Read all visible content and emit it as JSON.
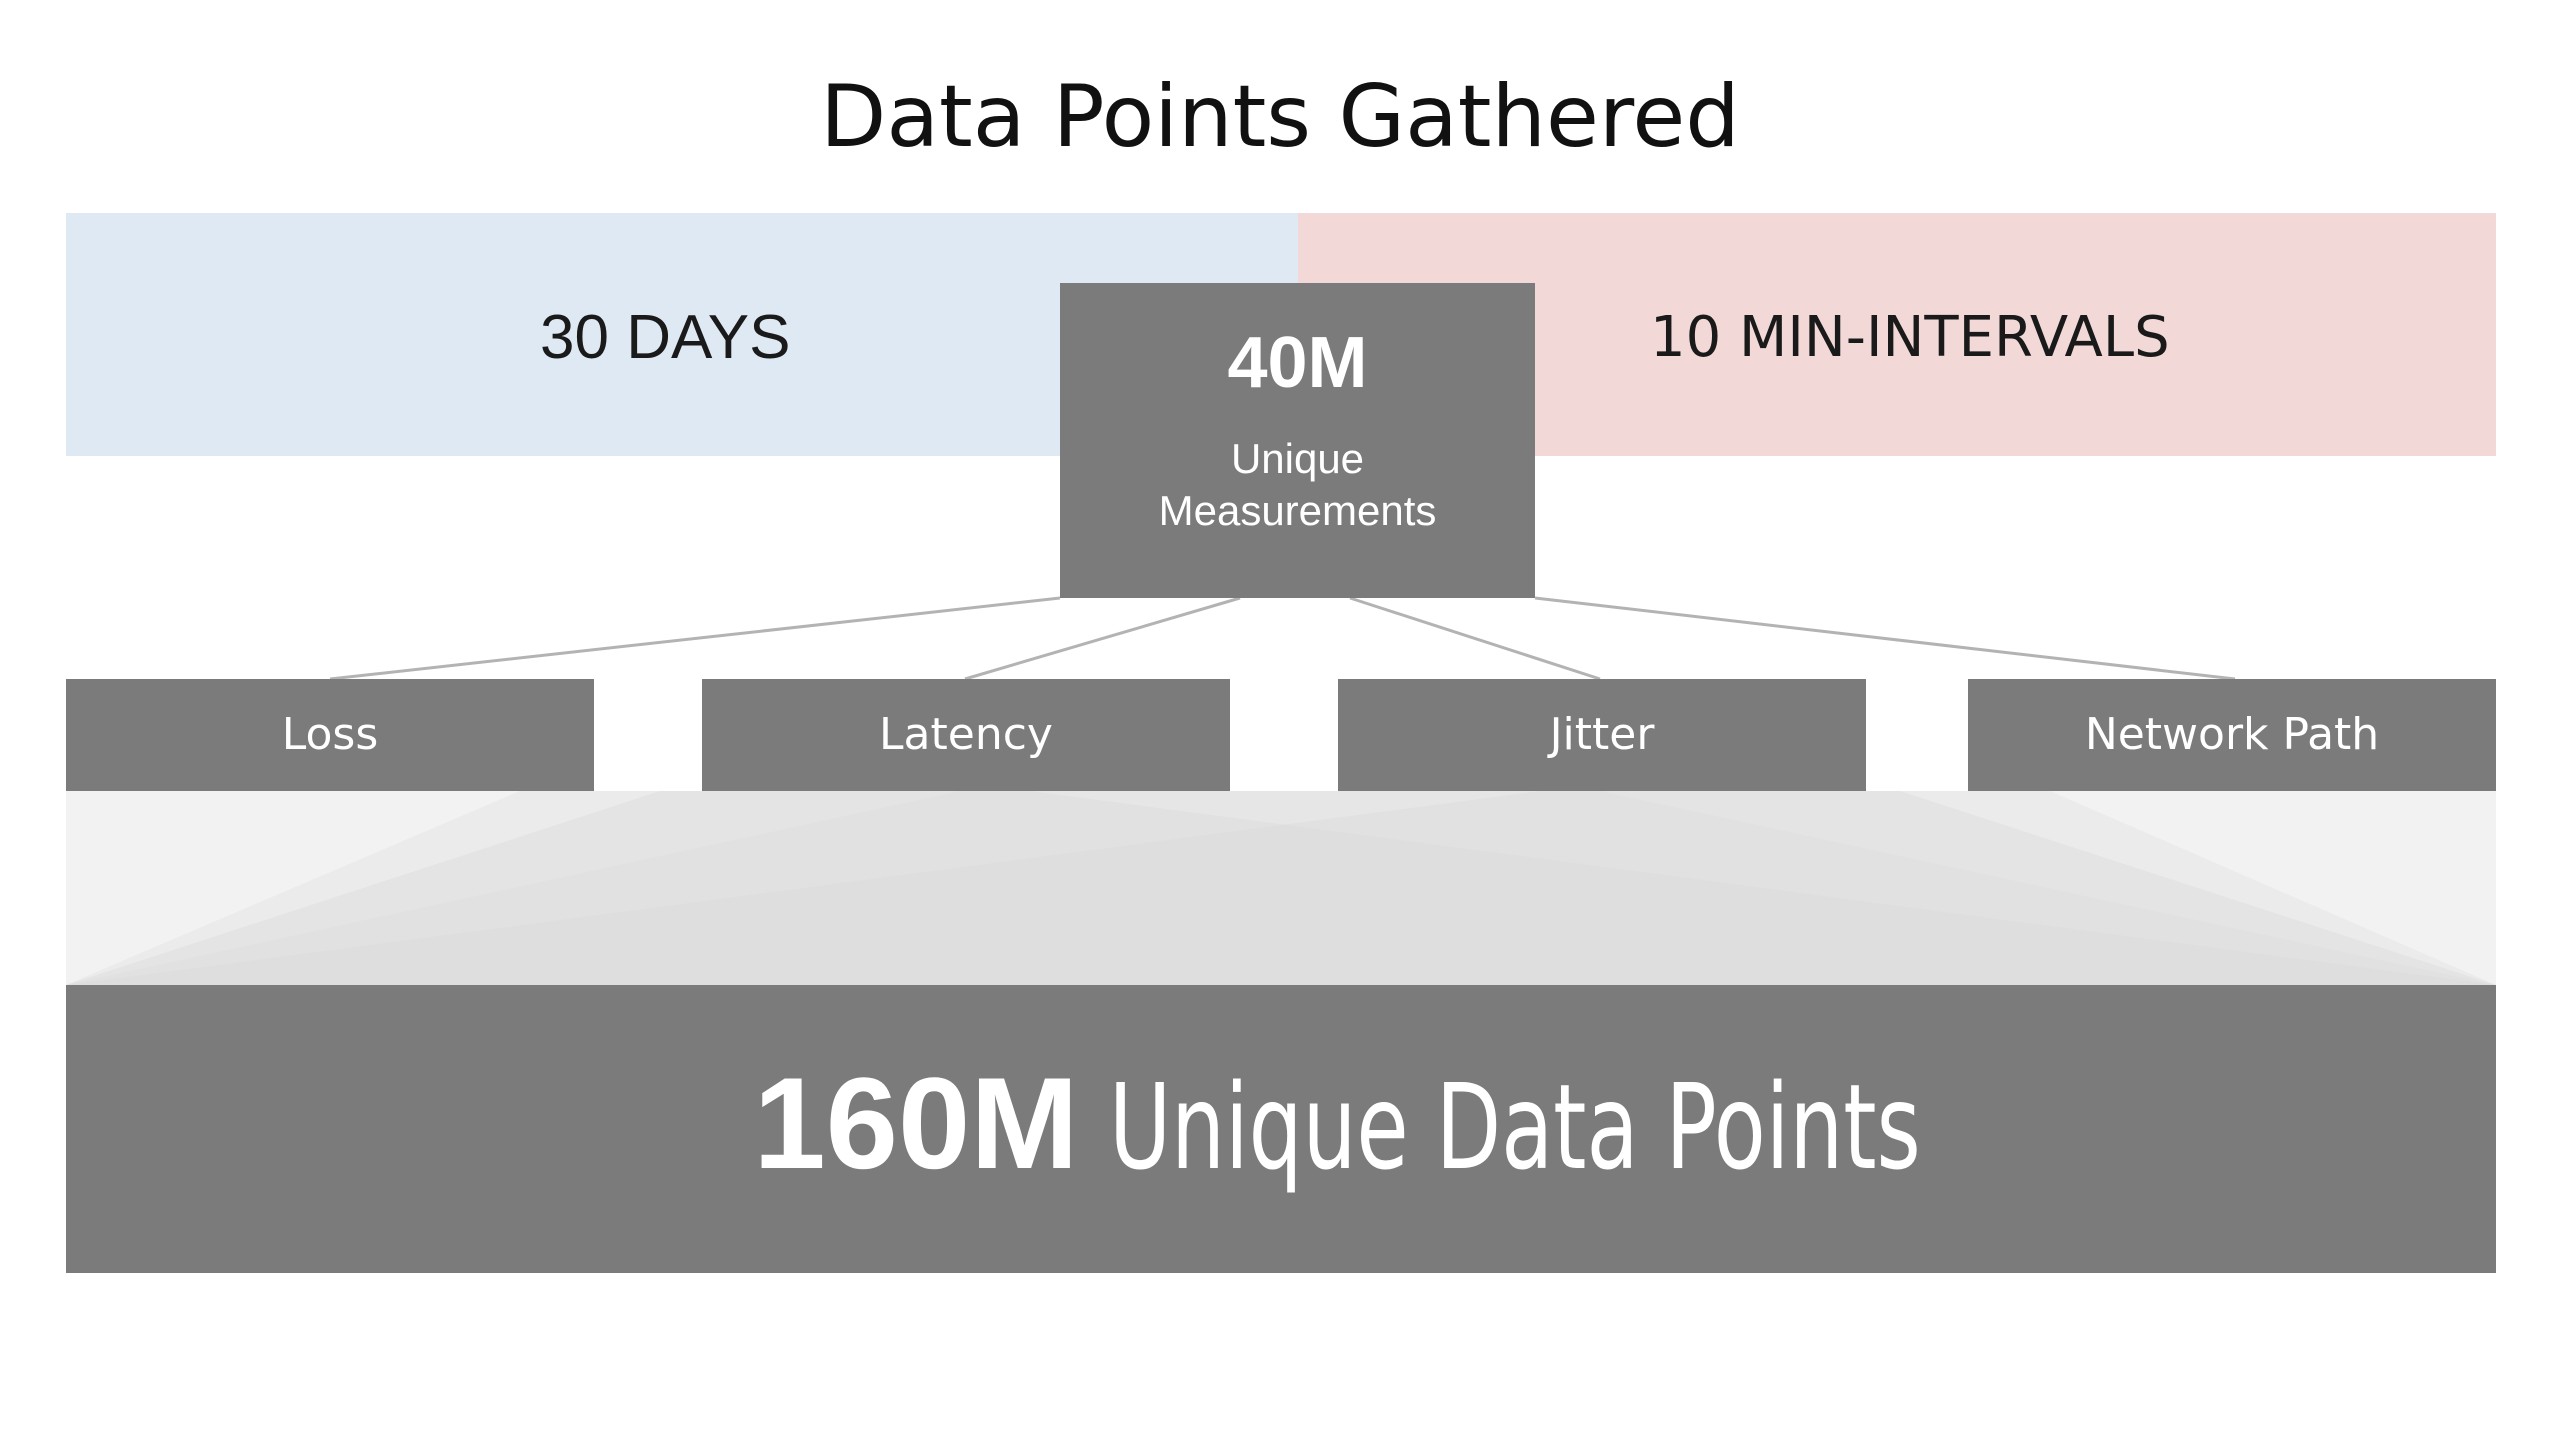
{
  "title": "Data Points Gathered",
  "period_left": "30 DAYS",
  "period_right": "10 MIN-INTERVALS",
  "center": {
    "value": "40M",
    "label": "Unique Measurements"
  },
  "metrics": [
    {
      "label": "Loss"
    },
    {
      "label": "Latency"
    },
    {
      "label": "Jitter"
    },
    {
      "label": "Network Path"
    }
  ],
  "total": {
    "value": "160M",
    "label": "Unique Data Points"
  },
  "colors": {
    "box": "#7b7b7b",
    "band_left": "#dfe9f4",
    "band_right": "#f3d8d8",
    "connector": "#b3b3b3"
  }
}
